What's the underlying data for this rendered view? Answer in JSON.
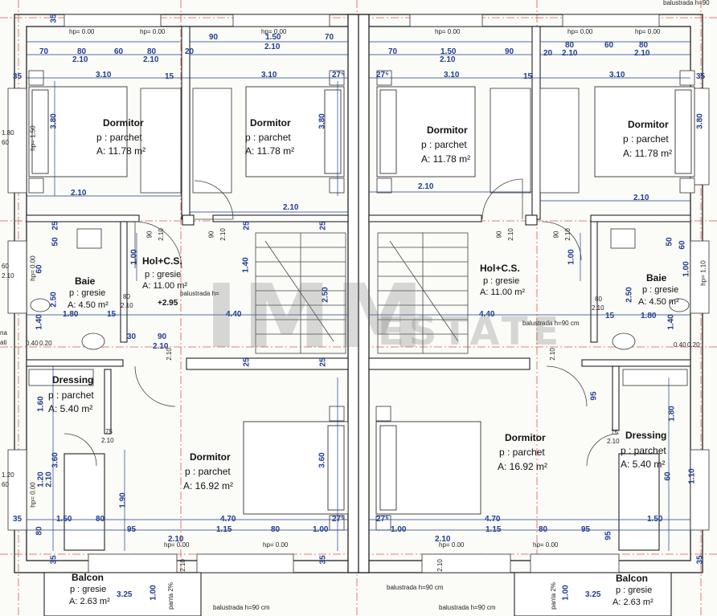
{
  "rooms": [
    {
      "id": "dorm-tl",
      "name": "Dormitor",
      "floor": "p : parchet",
      "area": "A: 11.78 m²"
    },
    {
      "id": "dorm-tl2",
      "name": "Dormitor",
      "floor": "p : parchet",
      "area": "A: 11.78 m²"
    },
    {
      "id": "dorm-tr1",
      "name": "Dormitor",
      "floor": "p : parchet",
      "area": "A: 11.78 m²"
    },
    {
      "id": "dorm-tr2",
      "name": "Dormitor",
      "floor": "p : parchet",
      "area": "A: 11.78 m²"
    },
    {
      "id": "hol-l",
      "name": "Hol+C.S.",
      "floor": "p : gresie",
      "area": "A: 11.00 m²"
    },
    {
      "id": "hol-r",
      "name": "Hol+C.S.",
      "floor": "p : gresie",
      "area": "A: 11.00 m²"
    },
    {
      "id": "baie-l",
      "name": "Baie",
      "floor": "p : gresie",
      "area": "A: 4.50 m²"
    },
    {
      "id": "baie-r",
      "name": "Baie",
      "floor": "p : gresie",
      "area": "A: 4.50 m²"
    },
    {
      "id": "dress-l",
      "name": "Dressing",
      "floor": "p : parchet",
      "area": "A: 5.40 m²"
    },
    {
      "id": "dress-r",
      "name": "Dressing",
      "floor": "p : parchet",
      "area": "A: 5.40 m²"
    },
    {
      "id": "dorm-bl",
      "name": "Dormitor",
      "floor": "p : parchet",
      "area": "A: 16.92 m²"
    },
    {
      "id": "dorm-br",
      "name": "Dormitor",
      "floor": "p : parchet",
      "area": "A: 16.92 m²"
    },
    {
      "id": "balc-l",
      "name": "Balcon",
      "floor": "p : gresie",
      "area": "A: 2.63 m²"
    },
    {
      "id": "balc-r",
      "name": "Balcon",
      "floor": "p : gresie",
      "area": "A: 2.63 m²"
    }
  ],
  "dims": {
    "d_35a": "35",
    "d_90a": "90",
    "d_150a": "1.50",
    "d_210a": "2.10",
    "d_70a": "70",
    "d_70b": "70",
    "d_80a": "80",
    "d_60a": "60",
    "d_80b": "80",
    "d_20a": "20",
    "d_210b": "2.10",
    "d_210c": "2.10",
    "d_35b": "35",
    "d_310a": "3.10",
    "d_310b": "3.10",
    "d_27a": "27⁵",
    "d_27b": "27⁵",
    "d_310c": "3.10",
    "d_310d": "3.10",
    "d_15a": "15",
    "d_15b": "15",
    "d_35c": "35",
    "d_70c": "70",
    "d_150b": "1.50",
    "d_90b": "90",
    "d_210d": "2.10",
    "d_210e": "2.10",
    "d_80c": "80",
    "d_60b": "60",
    "d_80d": "80",
    "d_210f": "2.10",
    "d_20b": "20",
    "d_210g": "2.10",
    "d_210h": "2.10",
    "d_210i": "2.10",
    "d_210j": "2.10",
    "d_380a": "3.80",
    "d_380b": "3.80",
    "d_380c": "3.80",
    "d_25a": "25",
    "d_25b": "25",
    "d_25c": "25",
    "d_25d": "25",
    "d_25e": "25",
    "d_50a": "50",
    "d_50b": "50",
    "d_100a": "1.00",
    "d_100b": "1.00",
    "d_100c": "1.00",
    "d_140a": "1.40",
    "d_140b": "1.40",
    "d_140c": "1.40",
    "d_250a": "2.50",
    "d_250b": "2.50",
    "d_250c": "2.50",
    "d_180a": "1.80",
    "d_180b": "1.80",
    "d_180c": "1.80",
    "d_440a": "4.40",
    "d_440b": "4.40",
    "d_30a": "30",
    "d_90c": "90",
    "d_210k": "2.10",
    "d_15c": "15",
    "d_15d": "15",
    "d_295": "+2.95",
    "d_160a": "1.60",
    "d_360a": "3.60",
    "d_360b": "3.60",
    "d_120a": "1.20",
    "d_210l": "2.10",
    "d_190a": "1.90",
    "d_95a": "95",
    "d_95b": "95",
    "d_35d": "35",
    "d_150c": "1.50",
    "d_80e": "80",
    "d_470a": "4.70",
    "d_470b": "4.70",
    "d_27c": "27⁵",
    "d_27d": "27⁵",
    "d_95c": "95",
    "d_210m": "2.10",
    "d_115a": "1.15",
    "d_80f": "80",
    "d_100d": "1.00",
    "d_100e": "1.00",
    "d_210n": "2.10",
    "d_115b": "1.15",
    "d_80g": "80",
    "d_95d": "95",
    "d_150d": "1.50",
    "d_35e": "35",
    "d_35f": "35",
    "d_35g": "35",
    "d_325a": "3.25",
    "d_325b": "3.25",
    "d_100f": "1.00",
    "d_100g": "1.00",
    "d_80h": "80",
    "d_60c": "60",
    "d_110a": "1.10",
    "d_60d": "60",
    "d_60e": "60"
  },
  "notes": {
    "hp000a": "hp= 0.00",
    "hp000b": "hp= 0.00",
    "hp000c": "hp= 0.00",
    "hp000d": "hp= 0.00",
    "hp000e": "hp= 0.00",
    "hp000f": "hp= 0.00",
    "hp000g": "hp= 0.00",
    "hp000h": "hp= 0.00",
    "hp000i": "hp= 0.00",
    "hp000j": "hp= 0.00",
    "hp150": "hp= 1.50",
    "hp110": "hp= 1.10",
    "hp000k": "hp= 0.00",
    "hp000l": "hp= 0.00",
    "bal90a": "balustrada h=90 cm",
    "bal90b": "balustrada h=90 cm",
    "bal90c": "balustrada h=90 cm",
    "bal90d": "balustrada h=90 cm",
    "balc": "balustrada h=",
    "panta1": "panta 2%",
    "panta2": "panta 2%",
    "w90_210a": "90",
    "w90_210b": "2.10",
    "w90_210c": "90",
    "w90_210d": "2.10",
    "w90_210e": "90",
    "w90_210f": "2.10",
    "w90_210g": "90",
    "w90_210h": "2.10",
    "w80_210a": "80",
    "w80_210b": "2.10",
    "w80_210c": "80",
    "w80_210d": "2.10",
    "w75_210a": "75",
    "w75_210b": "2.10",
    "w75_210c": "75",
    "w75_210d": "2.10",
    "w210a": "2.10",
    "w210b": "2.10",
    "w210c": "2.10",
    "w210d": "2.10",
    "edge_na": "na",
    "edge_ati": "ati",
    "edge_60a": "60",
    "edge_210": "2.10",
    "edge_180": "1.80",
    "edge_60b": "60",
    "edge_120": "1.20",
    "edge_60c": "60",
    "top_bal": "balustrada h=90",
    "ax040a": "0.40",
    "ax020a": "0.20",
    "ax040b": "0.40",
    "ax020b": "0.20"
  },
  "watermark": {
    "logo": "IMM",
    "text": "ESTATE"
  }
}
